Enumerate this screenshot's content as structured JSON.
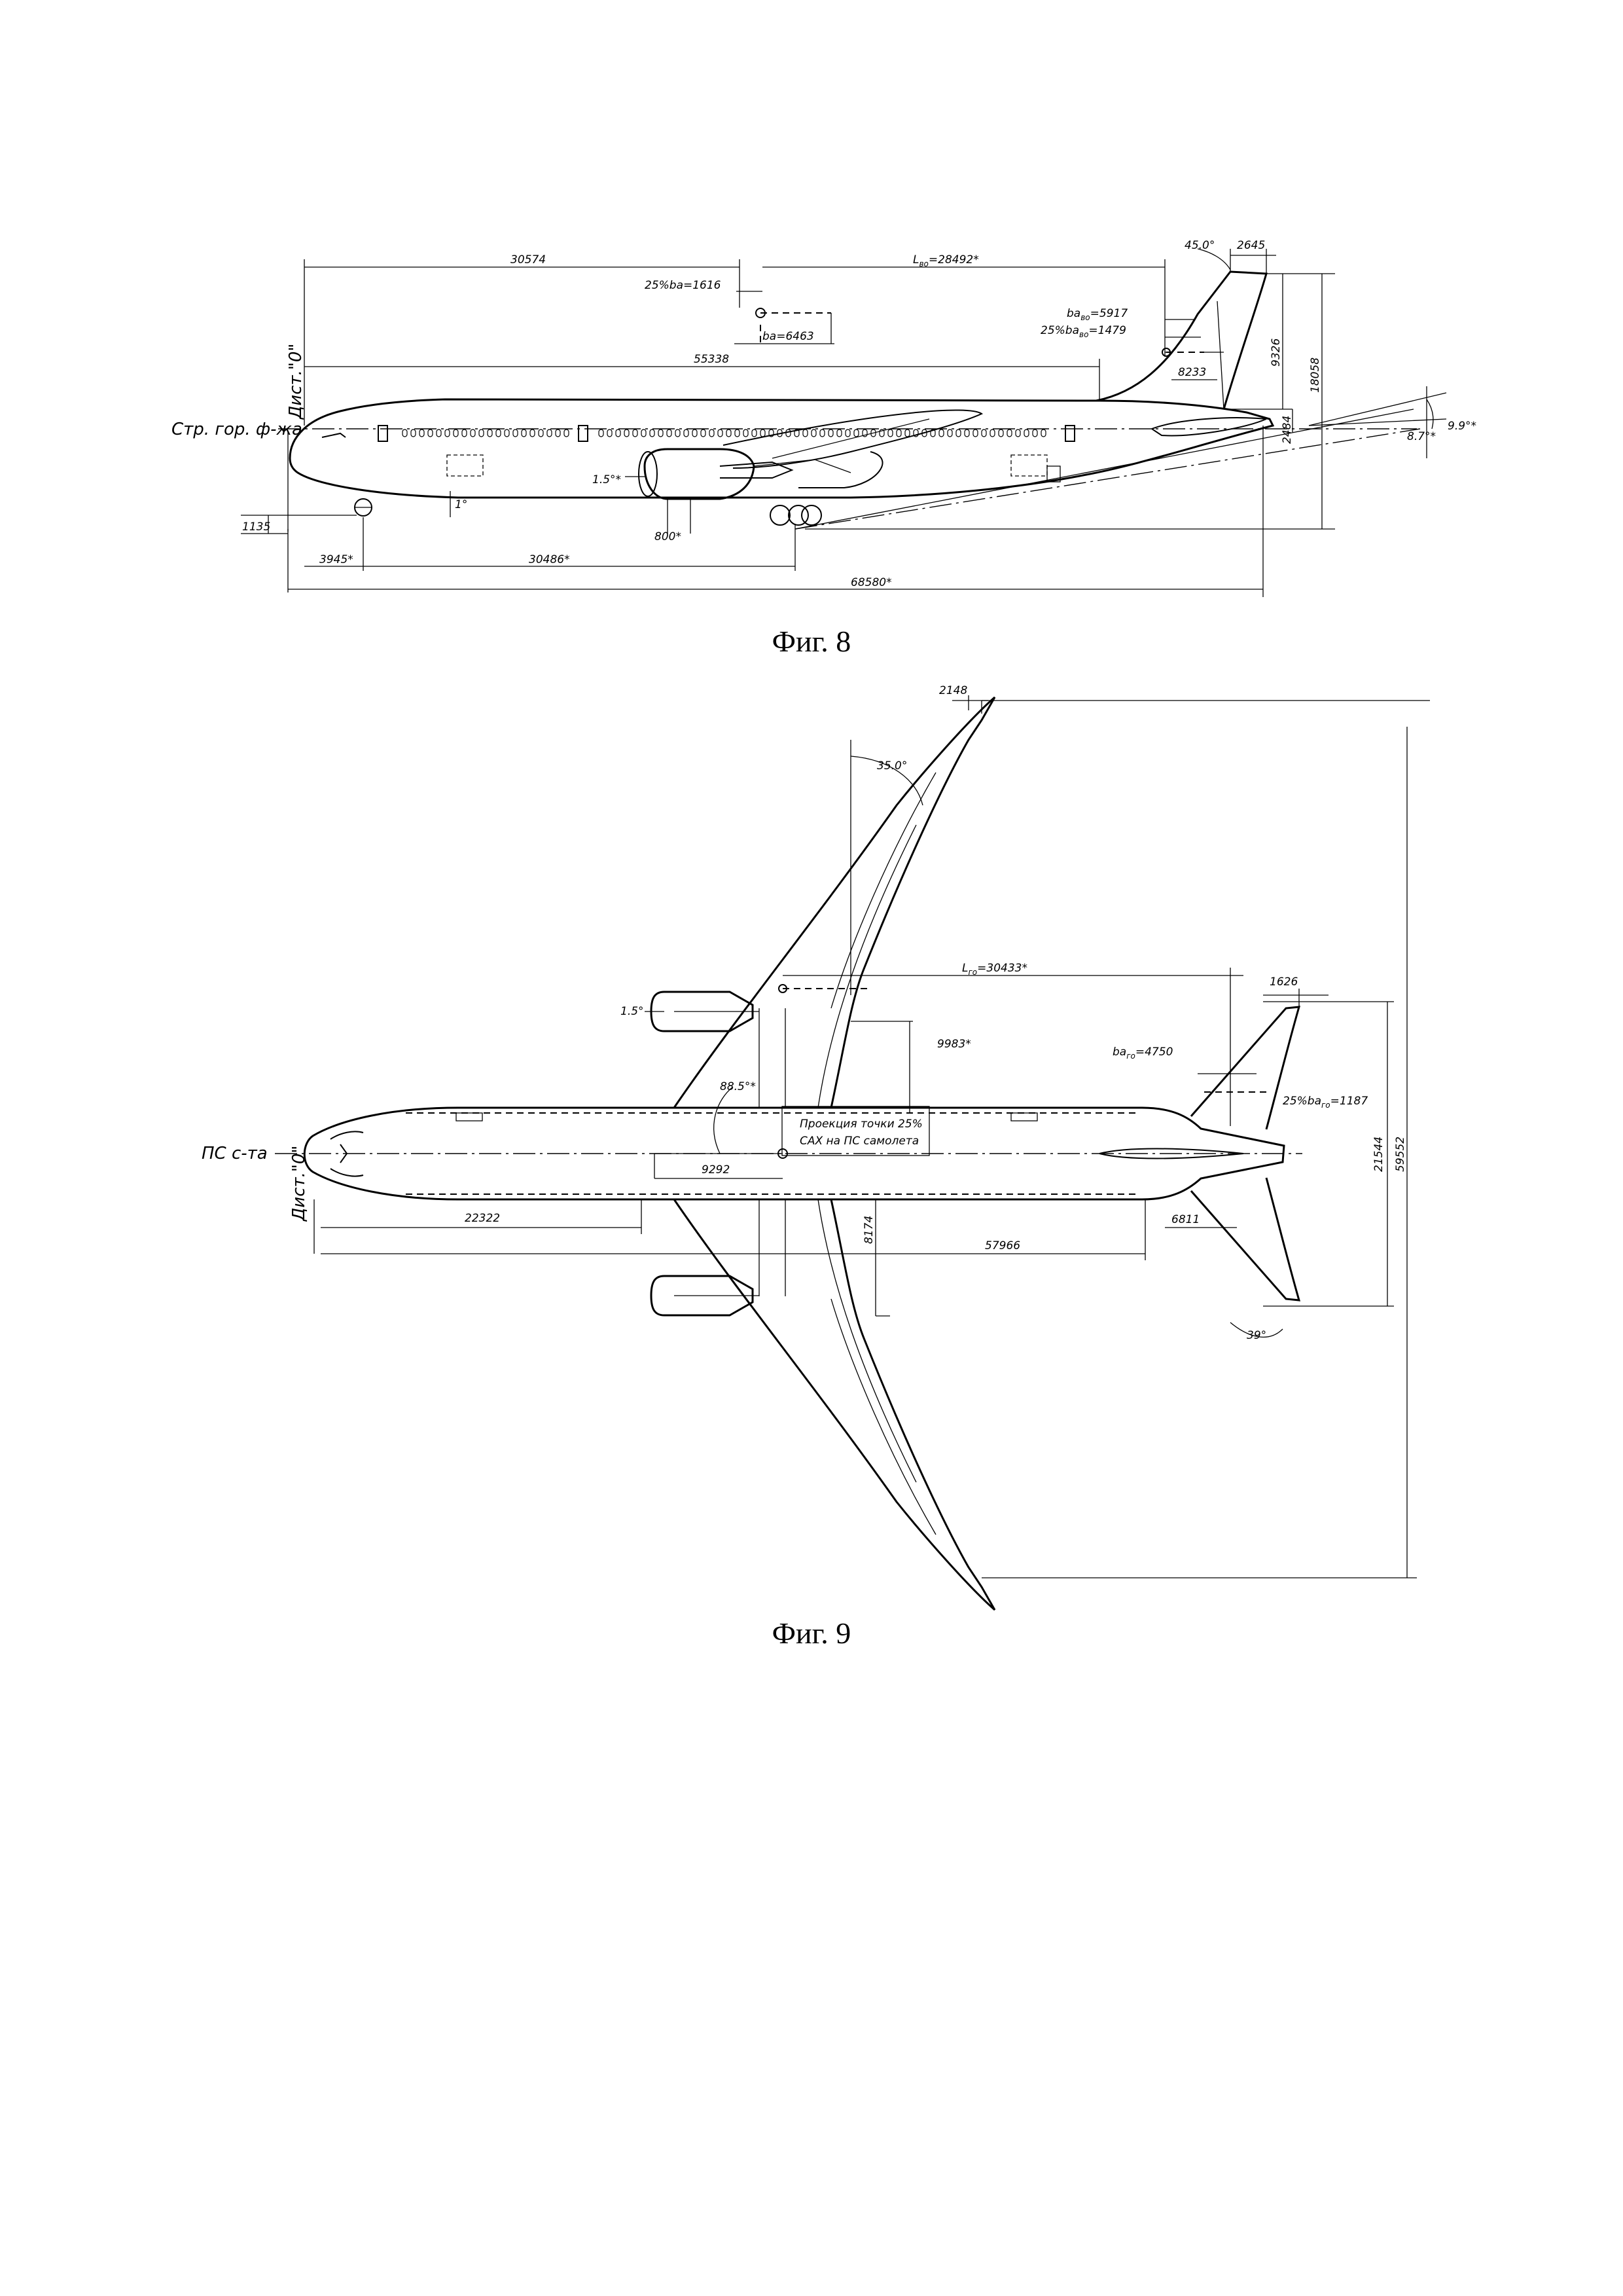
{
  "figure8": {
    "caption": "Фиг. 8",
    "labels": {
      "fuselage_line": "Стр. гор. ф-жа",
      "datum": "Дист.\"0\""
    },
    "dimensions": {
      "d30574": "30574",
      "l_vo_prefix": "L",
      "l_vo_sub": "во",
      "l_vo_value": "=28492*",
      "angle_45": "45.0°",
      "d2645": "2645",
      "ba_1616": "25%ba=1616",
      "ba_6463": "ba=6463",
      "ba_vo_prefix": "ba",
      "ba_vo_sub": "во",
      "ba_vo_value": "=5917",
      "ba25_vo_prefix": "25%ba",
      "ba25_vo_sub": "во",
      "ba25_vo_value": "=1479",
      "d55338": "55338",
      "d8233": "8233",
      "d9326": "9326",
      "d18058": "18058",
      "d2484": "2484",
      "angle_9_9": "9.9°*",
      "angle_8_7": "8.7°*",
      "angle_1_5": "1.5°*",
      "angle_1": "1°",
      "d800": "800*",
      "d1135": "1135",
      "d3945": "3945*",
      "d30486": "30486*",
      "d68580": "68580*"
    }
  },
  "figure9": {
    "caption": "Фиг. 9",
    "labels": {
      "fuselage_axis": "ПС с-та",
      "datum": "Дист.\"0\"",
      "mac_projection_line1": "Проекция точки 25%",
      "mac_projection_line2": "САХ на ПС самолета"
    },
    "dimensions": {
      "d2148": "2148",
      "angle_35": "35.0°",
      "l_go_prefix": "L",
      "l_go_sub": "го",
      "l_go_value": "=30433*",
      "d1626": "1626",
      "angle_1_5": "1.5°",
      "d9983": "9983*",
      "ba_go_prefix": "ba",
      "ba_go_sub": "го",
      "ba_go_value": "=4750",
      "angle_88_5": "88.5°*",
      "ba25_go_prefix": "25%ba",
      "ba25_go_sub": "го",
      "ba25_go_value": "=1187",
      "d9292": "9292",
      "d21544": "21544",
      "d59552": "59552",
      "d22322": "22322",
      "d8174": "8174",
      "d57966": "57966",
      "d6811": "6811",
      "angle_39": "39°"
    }
  }
}
